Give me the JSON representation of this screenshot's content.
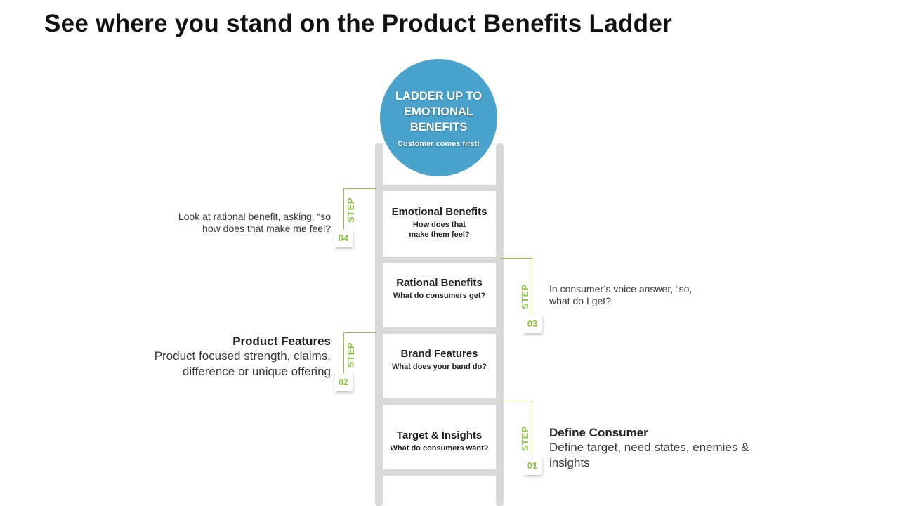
{
  "title": "See where you stand on the Product Benefits Ladder",
  "top_circle": {
    "title": "LADDER UP TO EMOTIONAL BENEFITS",
    "subtitle": "Customer comes first!"
  },
  "rungs": [
    {
      "title": "Emotional Benefits",
      "subtitle": "How does that make them feel?"
    },
    {
      "title": "Rational Benefits",
      "subtitle": "What do consumers get?"
    },
    {
      "title": "Brand Features",
      "subtitle": "What does your band do?"
    },
    {
      "title": "Target & Insights",
      "subtitle": "What do consumers want?"
    }
  ],
  "steps": [
    {
      "label": "STEP",
      "number": "04",
      "side": "left",
      "heading": "",
      "text": "Look at rational benefit, asking, “so how does that make me feel?"
    },
    {
      "label": "STEP",
      "number": "03",
      "side": "right",
      "heading": "",
      "text": "In consumer’s voice answer, “so, what do I get?"
    },
    {
      "label": "STEP",
      "number": "02",
      "side": "left",
      "heading": "Product Features",
      "text": "Product focused strength, claims, difference or unique offering"
    },
    {
      "label": "STEP",
      "number": "01",
      "side": "right",
      "heading": "Define Consumer",
      "text": "Define target, need states, enemies & insights"
    }
  ],
  "colors": {
    "circle": "#4aa3cc",
    "accent_green": "#8cc63f",
    "ladder": "#d9d9d9"
  }
}
